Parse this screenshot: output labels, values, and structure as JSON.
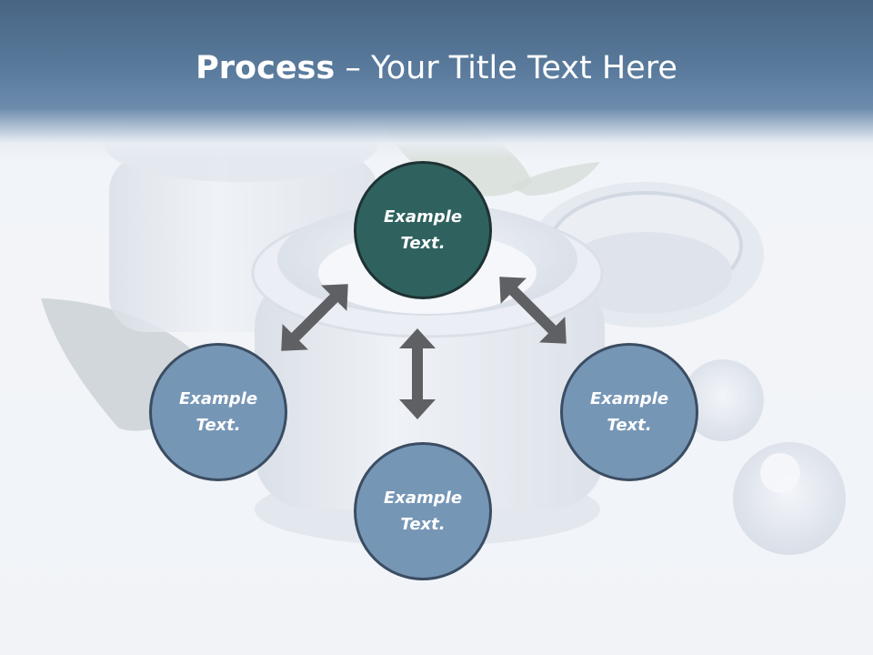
{
  "title": {
    "bold": "Process",
    "rest": " – Your Title Text Here"
  },
  "nodes": [
    {
      "id": "center",
      "text": "Example Text."
    },
    {
      "id": "left",
      "text": "Example Text."
    },
    {
      "id": "bottom",
      "text": "Example Text."
    },
    {
      "id": "right",
      "text": "Example Text."
    }
  ],
  "colors": {
    "title_bar": "#5a7b9d",
    "center_node": "#2f625f",
    "outer_node": "#7696b6",
    "arrow": "#5f6064"
  }
}
